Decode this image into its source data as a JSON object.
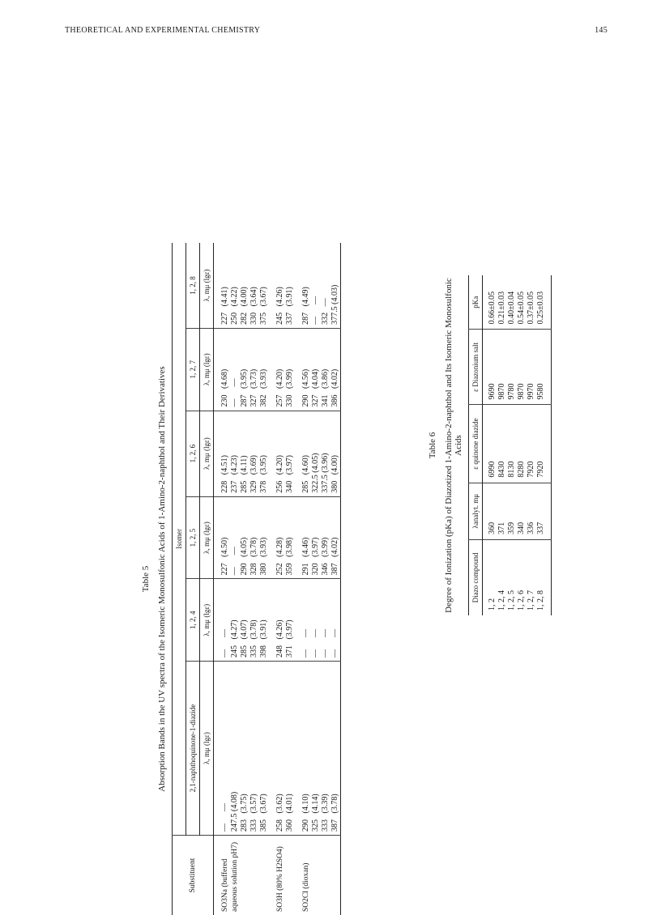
{
  "header": {
    "title": "THEORETICAL AND EXPERIMENTAL CHEMISTRY",
    "page_number": "145"
  },
  "table5": {
    "label": "Table 5",
    "caption": "Absorption Bands in the UV spectra of the Isomeric Monosulfonic Acids of 1-Amino-2-naphthol and Their Derivatives",
    "col_substituent": "Substituent",
    "col_isomer": "Isomer",
    "col_groups": [
      "2,1-naphthoquinone-1-diazide",
      "1, 2, 4",
      "1, 2, 5",
      "1, 2, 6",
      "1, 2, 7",
      "1, 2, 8"
    ],
    "col_sub_header": "λ, mμ (lgε)",
    "rows": [
      {
        "substituent": "SO3Na (buffered aqueous solution pH7)",
        "cells": [
          "—      —\n247.5 (4.08)\n283   (3.75)\n333   (3.57)\n385   (3.67)",
          "—      —\n245   (4.27)\n285   (4.07)\n335   (3.78)\n398   (3.91)",
          "227   (4.50)\n—      —\n290   (4.05)\n328   (3.78)\n380   (3.93)",
          "228   (4.51)\n237   (4.23)\n285   (4.11)\n329   (3.69)\n378   (3.95)",
          "230   (4.68)\n—      —\n287   (3.95)\n327   (3.73)\n382   (3.93)",
          "227   (4.41)\n250   (4.22)\n282   (4.00)\n330   (3.64)\n375   (3.67)"
        ]
      },
      {
        "substituent": "SO3H (80% H2SO4)",
        "cells": [
          "258   (3.62)\n360   (4.01)",
          "248   (4.26)\n371   (3.97)",
          "252   (4.28)\n359   (3.98)",
          "256   (4.20)\n340   (3.97)",
          "257   (4.20)\n330   (3.99)",
          "245   (4.26)\n337   (3.91)"
        ]
      },
      {
        "substituent": "SO2Cl (dioxan)",
        "cells": [
          "290   (4.10)\n325   (4.14)\n333   (3.39)\n387   (3.78)",
          "—      —\n—      —\n—      —\n—      —",
          "291   (4.46)\n320   (3.97)\n346   (3.99)\n387   (4.02)",
          "285   (4.60)\n322.5 (4.05)\n337.5 (3.96)\n380   (4.00)",
          "290   (4.56)\n327   (4.04)\n341   (3.86)\n386   (4.02)",
          "287   (4.49)\n—      —\n332   —\n377.5 (4.03)"
        ]
      }
    ]
  },
  "table6": {
    "label": "Table 6",
    "caption": "Degree of Ionization (pKa) of Diazotized 1-Amino-2-naphthol and Its Isomeric Monosulfonic Acids",
    "headers": [
      "Diazo compound",
      "λanalyt. mμ",
      "ε quinone diazide",
      "ε Diazonium salt",
      "pKa"
    ],
    "rows": [
      [
        "1, 2",
        "360",
        "6990",
        "9690",
        "0.66±0.05"
      ],
      [
        "1, 2, 4",
        "371",
        "8430",
        "9870",
        "0.21±0.03"
      ],
      [
        "1, 2, 5",
        "359",
        "8130",
        "9780",
        "0.40±0.04"
      ],
      [
        "1, 2, 6",
        "340",
        "8280",
        "9870",
        "0.54±0.05"
      ],
      [
        "1, 2, 7",
        "336",
        "7920",
        "9970",
        "0.37±0.05"
      ],
      [
        "1, 2, 8",
        "337",
        "7920",
        "9580",
        "0.25±0.03"
      ]
    ]
  }
}
